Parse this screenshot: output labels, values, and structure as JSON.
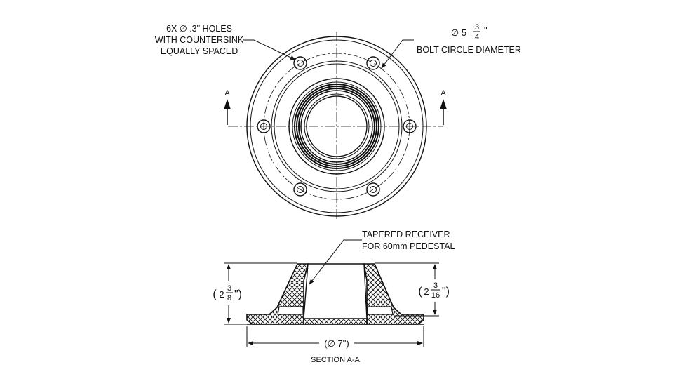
{
  "notes": {
    "holes_line1": "6X ∅ .3\" HOLES",
    "holes_line2": "WITH COUNTERSINK",
    "holes_line3": "EQUALLY SPACED",
    "bolt_circle_prefix": "∅ 5",
    "bolt_circle_num": "3",
    "bolt_circle_den": "4",
    "bolt_circle_unit": "\"",
    "bolt_circle_label": "BOLT CIRCLE DIAMETER",
    "section_marker_left": "A",
    "section_marker_right": "A",
    "receiver_line1": "TAPERED RECEIVER",
    "receiver_line2": "FOR 60mm PEDESTAL",
    "section_title": "SECTION A-A"
  },
  "dimensions": {
    "left_height_open": "(",
    "left_height_whole": "2",
    "left_height_num": "3",
    "left_height_den": "8",
    "left_height_close": "\")",
    "right_height_open": "(",
    "right_height_whole": "2",
    "right_height_num": "3",
    "right_height_den": "16",
    "right_height_close": "\")",
    "base_diameter": "(∅ 7\")"
  }
}
